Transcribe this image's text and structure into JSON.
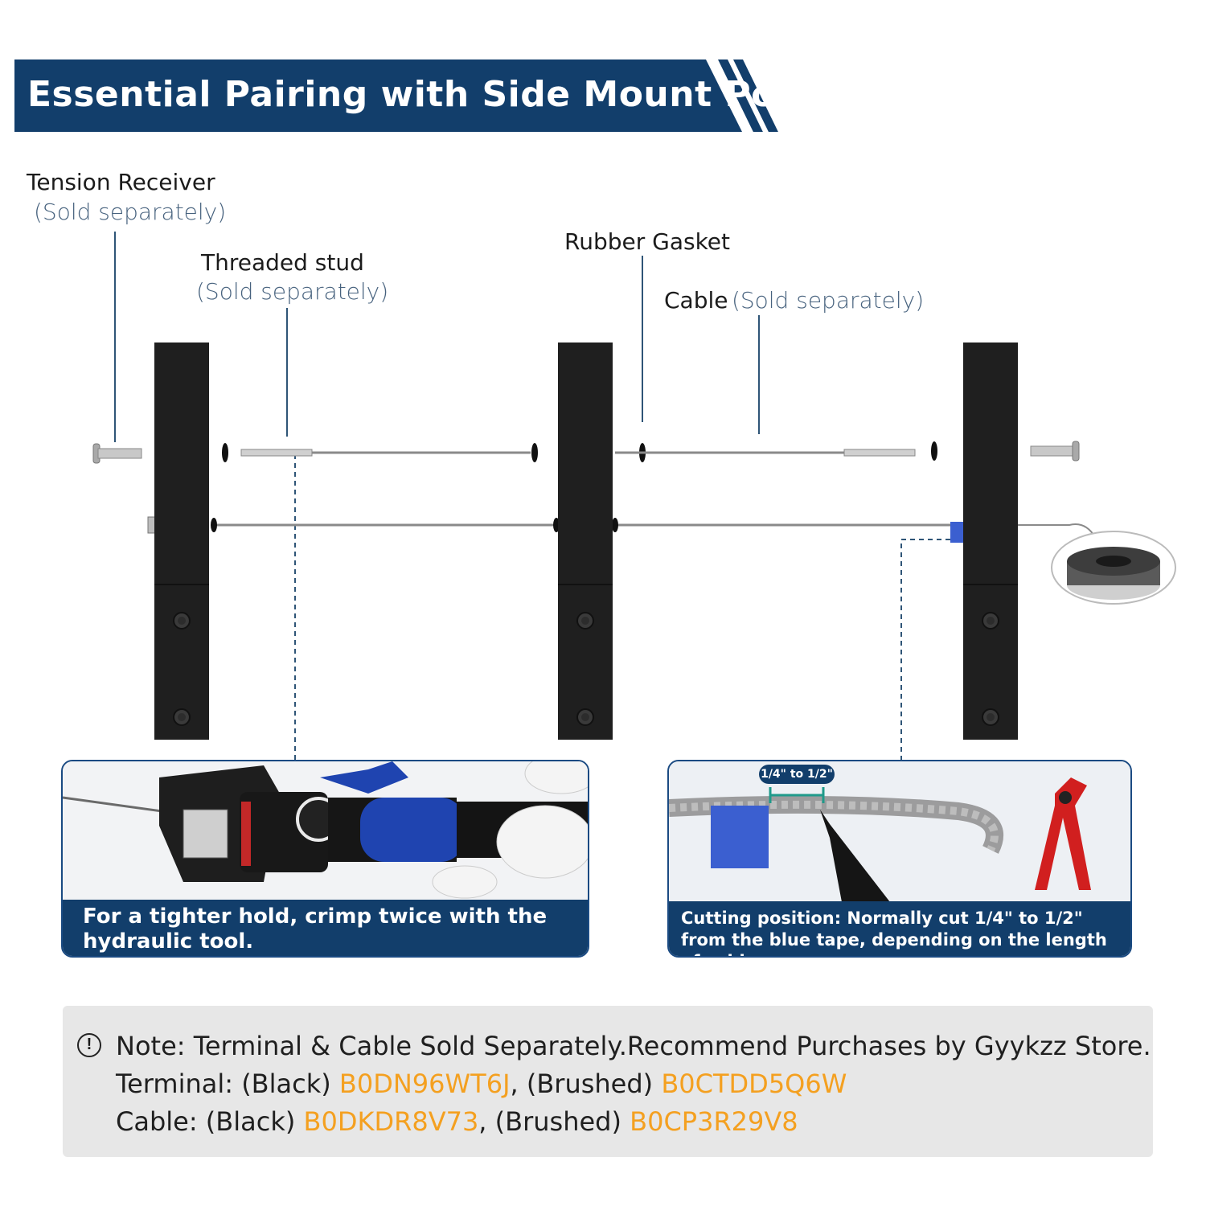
{
  "banner": {
    "title": "Essential Pairing with Side Mount Posts"
  },
  "labels": {
    "tension_receiver": {
      "name": "Tension Receiver",
      "note": "(Sold separately)"
    },
    "threaded_stud": {
      "name": "Threaded stud",
      "note": "(Sold separately)"
    },
    "rubber_gasket": {
      "name": "Rubber Gasket"
    },
    "cable": {
      "name": "Cable",
      "note": "(Sold separately)"
    }
  },
  "crimp_panel": {
    "caption": "For a tighter hold, crimp twice with the hydraulic tool."
  },
  "cut_panel": {
    "measure_badge": "1/4\" to 1/2\"",
    "caption": "Cutting position: Normally cut 1/4\" to 1/2\" from the blue tape, depending on the length of cable run."
  },
  "note": {
    "line1": "Note: Terminal & Cable Sold Separately.Recommend Purchases by Gyykzz Store.",
    "terminal_prefix": "Terminal: (Black) ",
    "terminal_black_code": "B0DN96WT6J",
    "terminal_mid": ", (Brushed) ",
    "terminal_brushed_code": "B0CTDD5Q6W",
    "cable_prefix": "Cable: (Black) ",
    "cable_black_code": "B0DKDR8V73",
    "cable_mid": ", (Brushed) ",
    "cable_brushed_code": "B0CP3R29V8"
  },
  "colors": {
    "banner": "#123e6b",
    "accent_code": "#f4a020",
    "note_bg": "#e7e7e7",
    "tape": "#3b5fd0"
  }
}
